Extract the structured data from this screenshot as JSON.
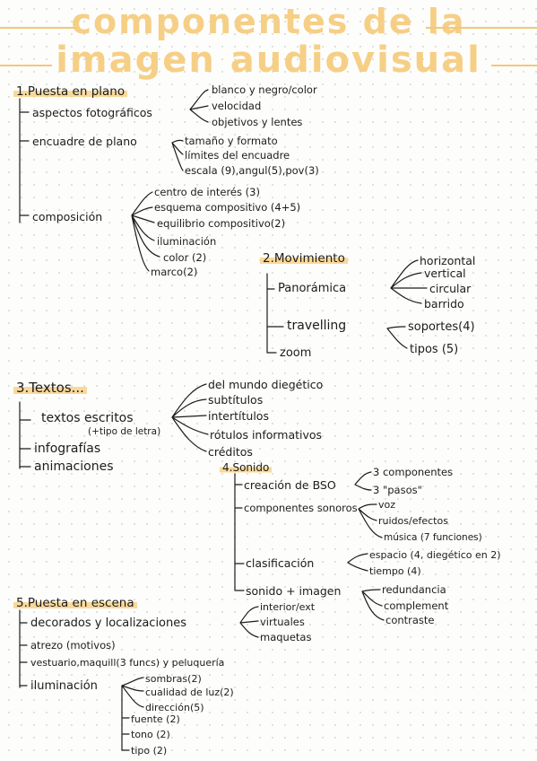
{
  "title": {
    "line1": "componentes de la",
    "line2": "imagen audiovisual"
  },
  "sections": {
    "s1": {
      "heading": "1.Puesta en plano",
      "a": "aspectos fotográficos",
      "a_items": [
        "blanco y negro/color",
        "velocidad",
        "objetivos y lentes"
      ],
      "b": "encuadre de plano",
      "b_items": [
        "tamaño y formato",
        "límites del encuadre",
        "escala (9),angul(5),pov(3)"
      ],
      "c": "composición",
      "c_items": [
        "centro de interés (3)",
        "esquema compositivo (4+5)",
        "equilibrio compositivo(2)",
        "iluminación",
        "color (2)",
        "marco(2)"
      ]
    },
    "s2": {
      "heading": "2.Movimiento",
      "a": "Panorámica",
      "a_items": [
        "horizontal",
        "vertical",
        "circular",
        "barrido"
      ],
      "b": "travelling",
      "b_items": [
        "soportes(4)",
        "tipos (5)"
      ],
      "c": "zoom"
    },
    "s3": {
      "heading": "3.Textos...",
      "a": "textos escritos",
      "a_note": "(+tipo de letra)",
      "a_items": [
        "del mundo diegético",
        "subtítulos",
        "intertítulos",
        "rótulos informativos",
        "créditos"
      ],
      "b": "infografías",
      "c": "animaciones"
    },
    "s4": {
      "heading": "4.Sonido",
      "a": "creación de BSO",
      "a_items": [
        "3 componentes",
        "3 \"pasos\""
      ],
      "b": "componentes sonoros",
      "b_items": [
        "voz",
        "ruidos/efectos",
        "música (7 funciones)"
      ],
      "c": "clasificación",
      "c_items": [
        "espacio (4, diegético en 2)",
        "tiempo (4)"
      ],
      "d": "sonido + imagen",
      "d_items": [
        "redundancia",
        "complement",
        "contraste"
      ]
    },
    "s5": {
      "heading": "5.Puesta en escena",
      "a": "decorados y localizaciones",
      "a_items": [
        "interior/ext",
        "virtuales",
        "maquetas"
      ],
      "b": "atrezo (motivos)",
      "c": "vestuario,maquill(3 funcs) y peluquería",
      "d": "iluminación",
      "d_items": [
        "sombras(2)",
        "cualidad de luz(2)",
        "dirección(5)",
        "fuente (2)",
        "tono (2)",
        "tipo (2)"
      ]
    }
  }
}
